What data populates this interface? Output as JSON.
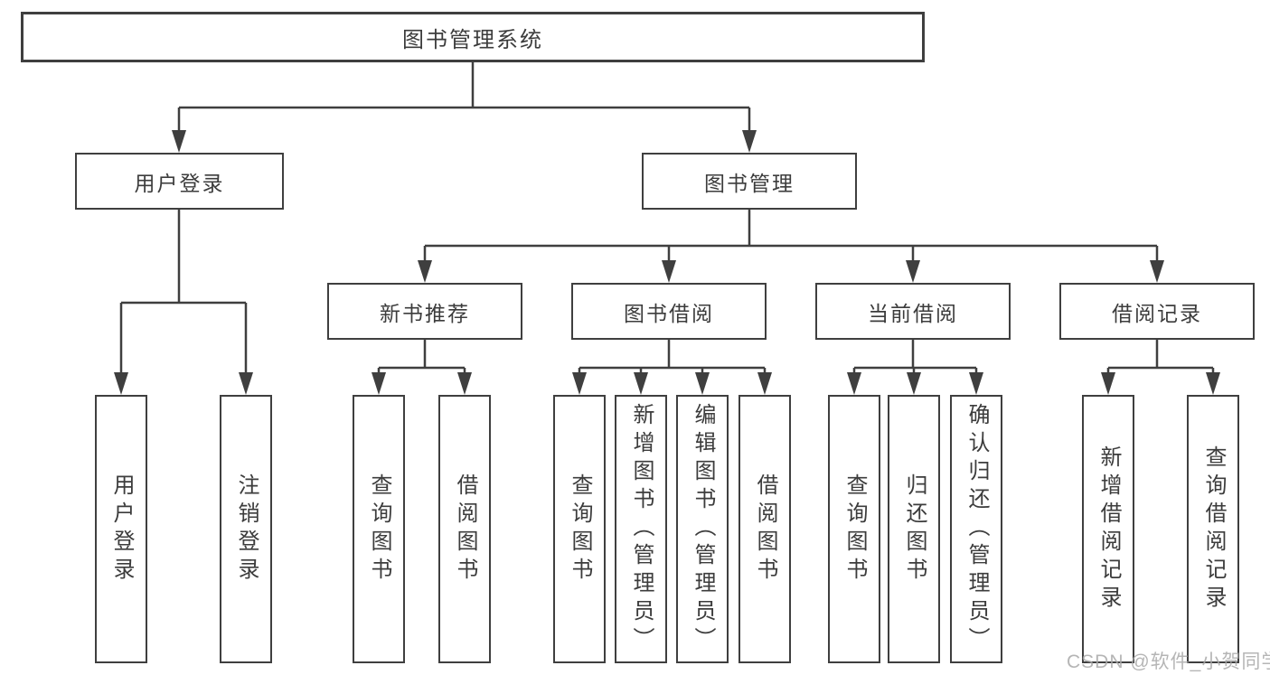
{
  "tree": {
    "root": "图书管理系统",
    "branches": [
      {
        "label": "用户登录",
        "leaves": [
          "用户登录",
          "注销登录"
        ]
      },
      {
        "label": "图书管理",
        "groups": [
          {
            "label": "新书推荐",
            "leaves": [
              "查询图书",
              "借阅图书"
            ]
          },
          {
            "label": "图书借阅",
            "leaves": [
              "查询图书",
              "新增图书（管理员）",
              "编辑图书（管理员）",
              "借阅图书"
            ]
          },
          {
            "label": "当前借阅",
            "leaves": [
              "查询图书",
              "归还图书",
              "确认归还（管理员）"
            ]
          },
          {
            "label": "借阅记录",
            "leaves": [
              "新增借阅记录",
              "查询借阅记录"
            ]
          }
        ]
      }
    ]
  },
  "watermark": "CSDN @软件_小贺同学",
  "colors": {
    "line": "#3f3f3f",
    "text": "#3c3c3c",
    "watermark": "#a9a9a9",
    "background": "#ffffff"
  }
}
